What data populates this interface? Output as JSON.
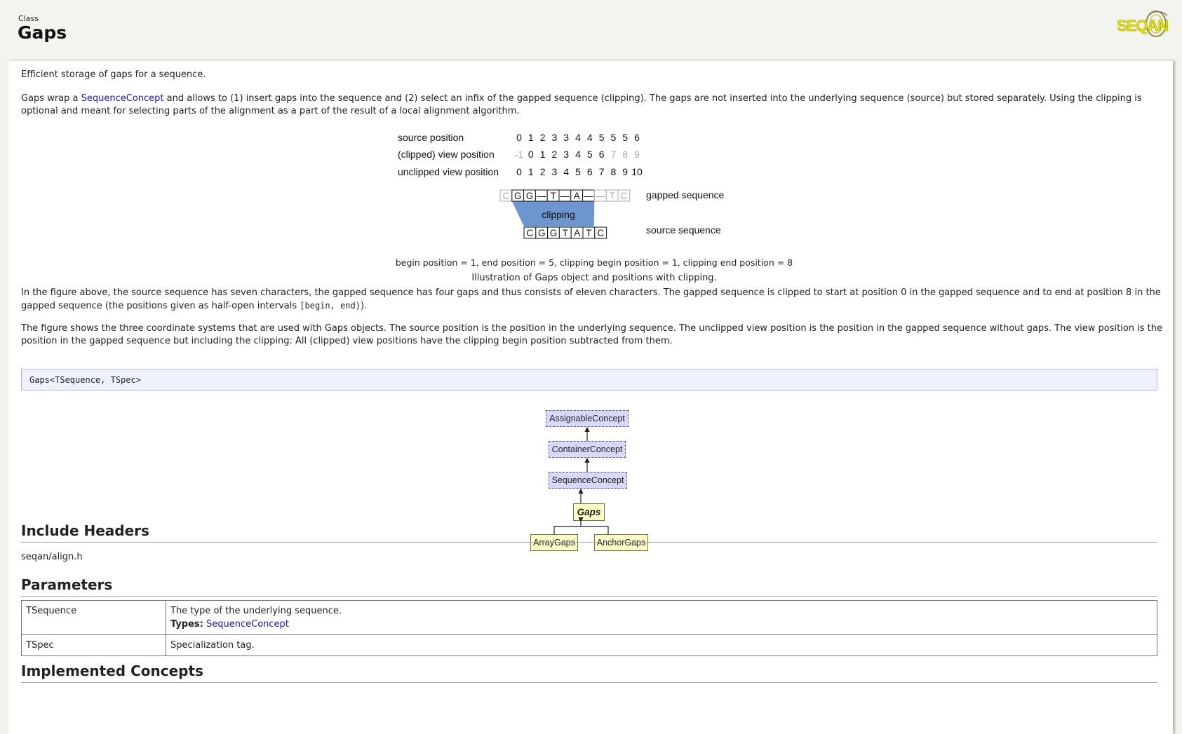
{
  "header": {
    "kind": "Class",
    "title": "Gaps",
    "logo_text": "SEQAN"
  },
  "intro": {
    "short": "Efficient storage of gaps for a sequence.",
    "p1_before": "Gaps wrap a ",
    "p1_link": "SequenceConcept",
    "p1_after": " and allows to (1) insert gaps into the sequence and (2) select an infix of the gapped sequence (clipping). The gaps are not inserted into the underlying sequence (source) but stored separately. Using the clipping is optional and meant for selecting parts of the alignment as a part of the result of a local alignment algorithm."
  },
  "figure": {
    "rows": [
      {
        "label": "source position",
        "values": [
          "0",
          "1",
          "2",
          "3",
          "3",
          "4",
          "4",
          "5",
          "5",
          "5",
          "6"
        ]
      },
      {
        "label": "(clipped) view position",
        "values": [
          "-1",
          "0",
          "1",
          "2",
          "3",
          "4",
          "5",
          "6",
          "7",
          "8",
          "9"
        ]
      },
      {
        "label": "unclipped view position",
        "values": [
          "0",
          "1",
          "2",
          "3",
          "4",
          "5",
          "6",
          "7",
          "8",
          "9",
          "10"
        ]
      }
    ],
    "gapped_chars": [
      "C",
      "G",
      "G",
      "—",
      "T",
      "—",
      "A",
      "—",
      "—",
      "T",
      "C"
    ],
    "source_chars": [
      "C",
      "G",
      "G",
      "T",
      "A",
      "T",
      "C"
    ],
    "clipping_label": "clipping",
    "gapped_label": "gapped sequence",
    "source_label": "source sequence",
    "caption_positions": "begin position = 1, end position = 5, clipping begin position = 1, clipping end position = 8",
    "caption": "Illustration of Gaps object and positions with clipping.",
    "colors": {
      "clip": "#6f95d0",
      "muted": "#aaaaaa"
    }
  },
  "para2": {
    "text": "In the figure above, the source sequence has seven characters, the gapped sequence has four gaps and thus consists of eleven characters. The gapped sequence is clipped to start at position 0 in the gapped sequence and to end at position 8 in the gapped sequence (the positions given as half-open intervals ",
    "code": "[begin, end)",
    "end": ")."
  },
  "para3": "The figure shows the three coordinate systems that are used with Gaps objects. The source position is the position in the underlying sequence. The unclipped view position is the position in the gapped sequence without gaps. The view position is the position in the gapped sequence but including the clipping: All (clipped) view positions have the clipping begin position subtracted from them.",
  "signature": "Gaps<TSequence, TSpec>",
  "hierarchy": {
    "concepts": [
      "AssignableConcept",
      "ContainerConcept",
      "SequenceConcept"
    ],
    "main": "Gaps",
    "children": [
      "ArrayGaps",
      "AnchorGaps"
    ]
  },
  "include": {
    "heading": "Include Headers",
    "file": "seqan/align.h"
  },
  "parameters": {
    "heading": "Parameters",
    "rows": [
      {
        "name": "TSequence",
        "desc": "The type of the underlying sequence.",
        "types_label": "Types:",
        "types_link": "SequenceConcept"
      },
      {
        "name": "TSpec",
        "desc": "Specialization tag."
      }
    ]
  },
  "next_heading": "Implemented Concepts"
}
